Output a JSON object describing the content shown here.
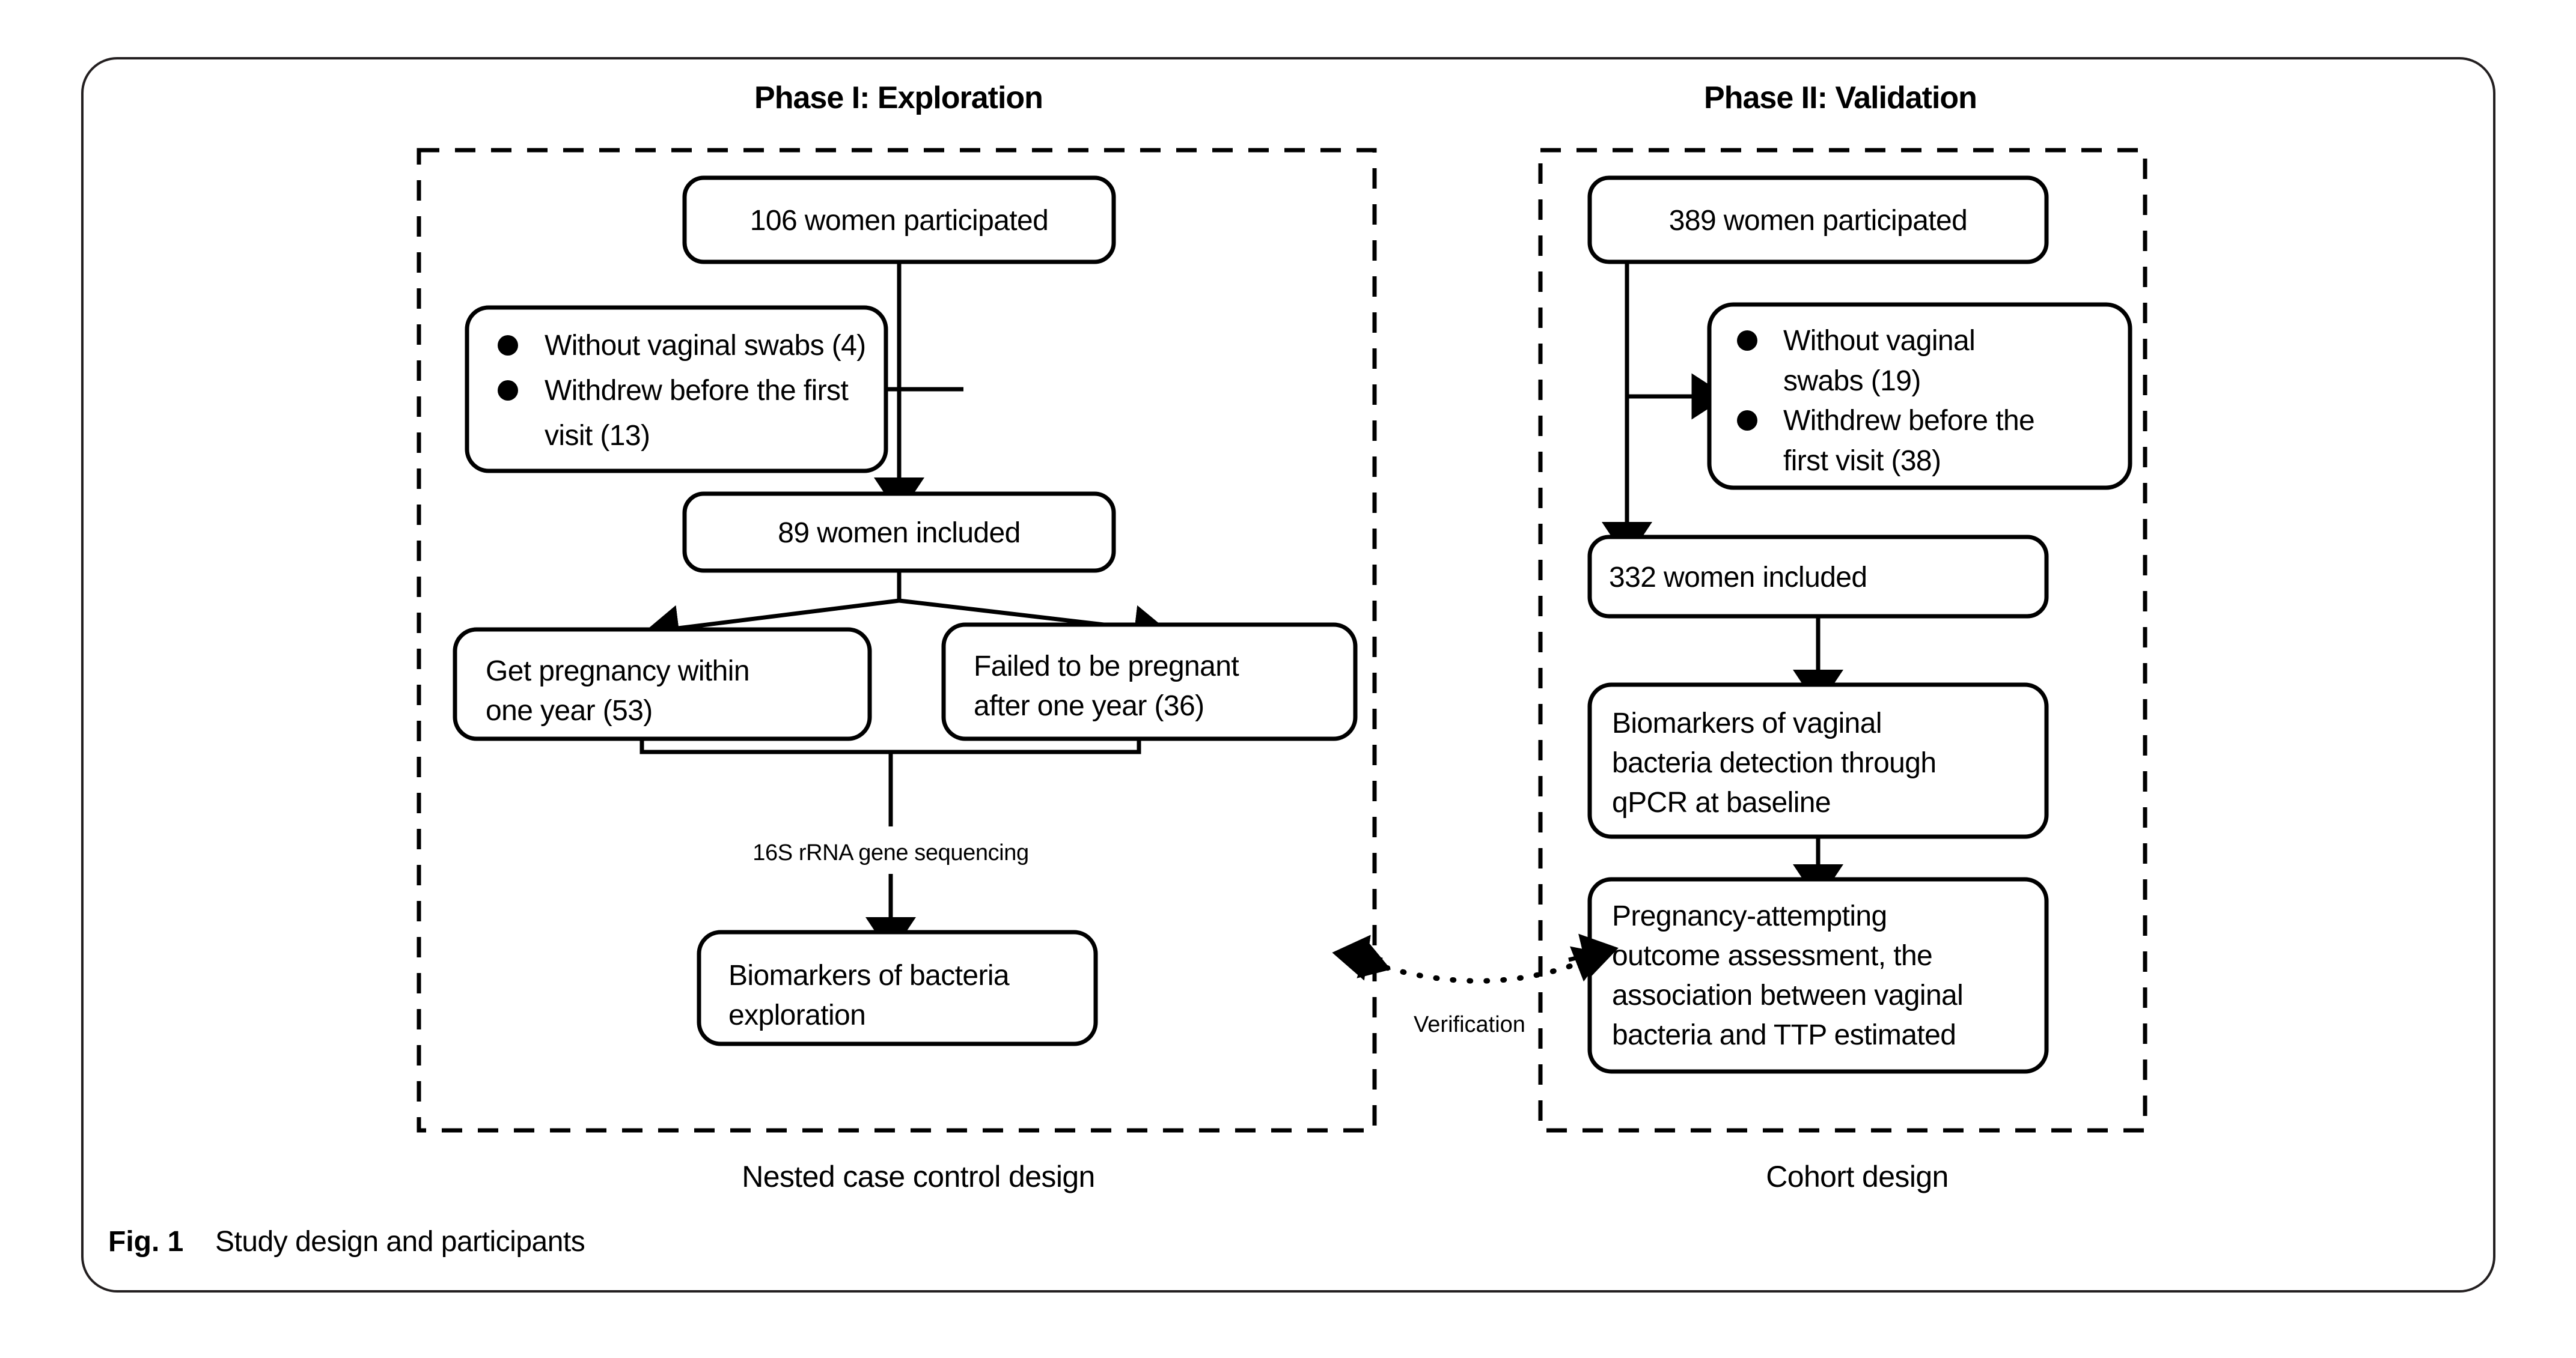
{
  "figure": {
    "caption_number": "Fig. 1",
    "caption_text": "Study design and participants"
  },
  "phases": {
    "left": {
      "title": "Phase I: Exploration",
      "design_label": "Nested case control design",
      "nodes": {
        "participants": "106 women participated",
        "excluded_bullet_1": "Without vaginal swabs (4)",
        "excluded_bullet_2_line1": "Withdrew before the first",
        "excluded_bullet_2_line2": "visit (13)",
        "included": "89 women included",
        "branch_left_line1": "Get pregnancy within",
        "branch_left_line2": "one year (53)",
        "branch_right_line1": "Failed to be pregnant",
        "branch_right_line2": "after one year (36)",
        "outcome_line1": "Biomarkers of bacteria",
        "outcome_line2": "exploration"
      },
      "edge_label": "16S rRNA gene sequencing"
    },
    "right": {
      "title": "Phase II: Validation",
      "design_label": "Cohort design",
      "nodes": {
        "participants": "389 women participated",
        "excluded_bullet_1_line1": "Without vaginal",
        "excluded_bullet_1_line2": "swabs (19)",
        "excluded_bullet_2_line1": "Withdrew before the",
        "excluded_bullet_2_line2": "first visit (38)",
        "included": "332 women included",
        "detection_line1": "Biomarkers of vaginal",
        "detection_line2": "bacteria detection through",
        "detection_line3": "qPCR at baseline",
        "outcome_line1": "Pregnancy-attempting",
        "outcome_line2": "outcome assessment, the",
        "outcome_line3": "association between vaginal",
        "outcome_line4": "bacteria and TTP estimated"
      }
    }
  },
  "cross_link": {
    "label": "Verification"
  },
  "colors": {
    "ink": "#000000",
    "border": "#231f20",
    "background": "#ffffff"
  }
}
